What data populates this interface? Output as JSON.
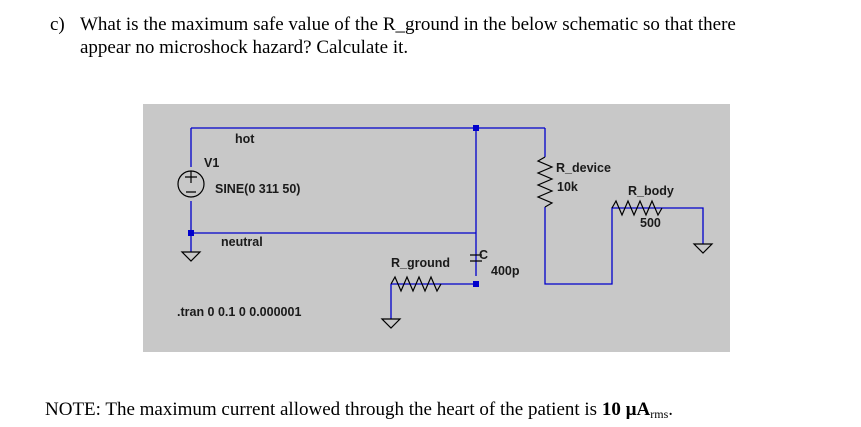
{
  "question": {
    "letter": "c)",
    "line1": "What is the maximum safe value of the R_ground in the below schematic so that there",
    "line2": "appear no microshock hazard? Calculate it."
  },
  "schematic": {
    "labels": {
      "hot": "hot",
      "v1": "V1",
      "source": "SINE(0 311 50)",
      "neutral": "neutral",
      "tran": ".tran 0 0.1 0 0.000001",
      "r_ground": "R_ground",
      "c": "C",
      "c_value": "400p",
      "r_device": "R_device",
      "r_device_value": "10k",
      "r_body": "R_body",
      "r_body_value": "500"
    },
    "colors": {
      "background": "#c8c8c8",
      "wire": "#0000cc",
      "component": "#000000"
    }
  },
  "note": {
    "prefix": "NOTE: The maximum current allowed through the heart of the patient is ",
    "value": "10 µA",
    "unit_sub": "rms",
    "suffix": "."
  }
}
